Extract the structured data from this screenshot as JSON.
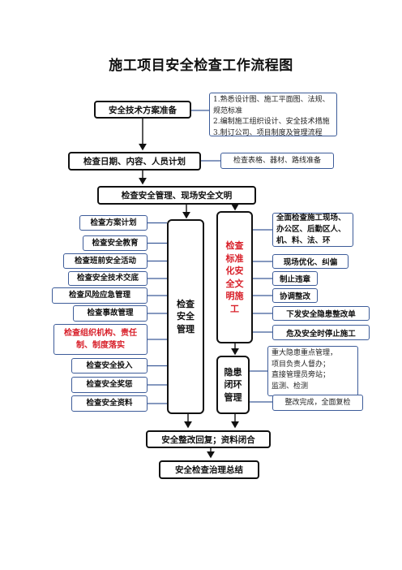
{
  "title": "施工项目安全检查工作流程图",
  "steps": {
    "prep": "安全技术方案准备",
    "plan": "检查日期、内容、人员计划",
    "mgmt": "检查安全管理、现场安全文明",
    "rectify": "安全整改回复；资料闭合",
    "summary": "安全检查治理总结"
  },
  "notes": {
    "prep_items": [
      "1.熟悉设计图、施工平面图、法规、规范标准",
      "2.编制施工组织设计、安全技术措施",
      "3.制订公司、项目制度及管理流程"
    ],
    "plan_item": "检查表格、器材、路线准备",
    "hazard_items": [
      "重大隐患重点管理，",
      "项目负责人督办；",
      "直接管理员旁站；",
      "监测、检测"
    ],
    "recheck": "整改完成，全面复检"
  },
  "left_items": [
    {
      "label": "检查方案计划",
      "red": false
    },
    {
      "label": "检查安全教育",
      "red": false
    },
    {
      "label": "检查班前安全活动",
      "red": false
    },
    {
      "label": "检查安全技术交底",
      "red": false
    },
    {
      "label": "检查风险应急管理",
      "red": false
    },
    {
      "label": "检查事故管理",
      "red": false
    },
    {
      "label": "检查组织机构、责任制、制度落实",
      "red": true
    },
    {
      "label": "检查安全投入",
      "red": false
    },
    {
      "label": "检查安全奖惩",
      "red": false
    },
    {
      "label": "检查安全资料",
      "red": false
    }
  ],
  "center": {
    "safety_mgmt": "检查安全管理",
    "standard": "检查标准化安全文明施工",
    "hazard": "隐患闭环管理"
  },
  "right_items": [
    "全面检查施工现场、办公区、后勤区人、机、料、法、环",
    "现场优化、纠偏",
    "制止违章",
    "协调整改",
    "下发安全隐患整改单",
    "危及安全时停止施工"
  ],
  "colors": {
    "border": "#111111",
    "blue": "#3d5c99",
    "red": "#d8202a"
  }
}
